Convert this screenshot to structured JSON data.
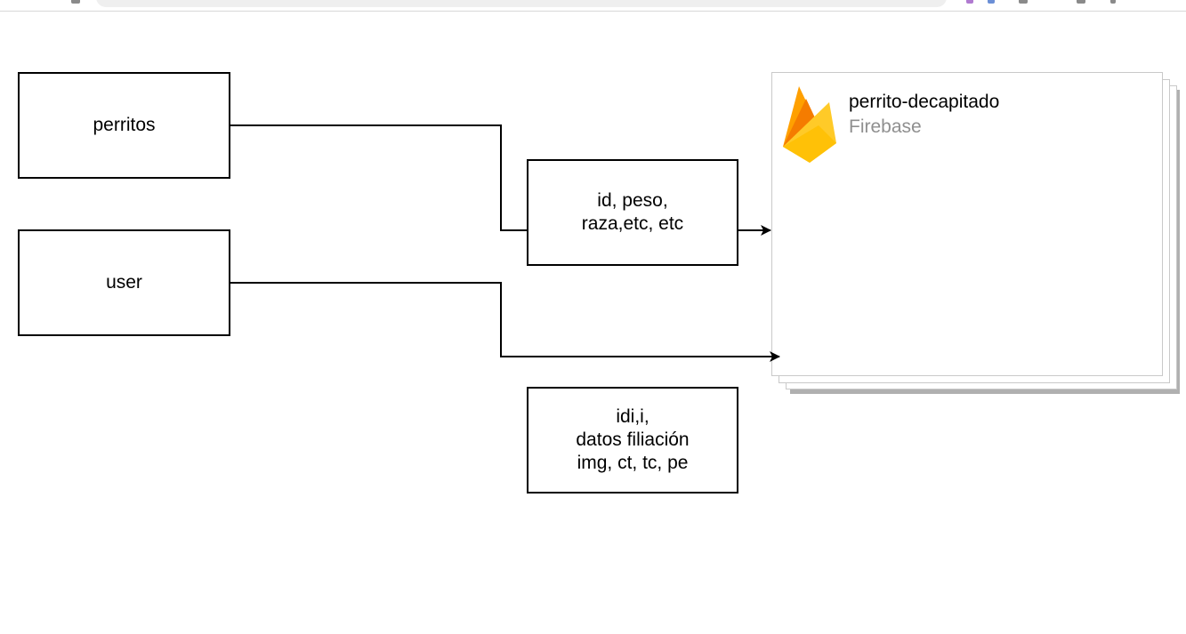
{
  "diagram": {
    "nodes": {
      "perritos": "perritos",
      "user": "user",
      "perritos_fields": "id, peso,\nraza,etc, etc",
      "user_fields": "idi,i,\ndatos filiación\nimg, ct, tc, pe"
    },
    "firebase": {
      "project": "perrito-decapitado",
      "service": "Firebase",
      "icon": "firebase-flame-icon",
      "colors": {
        "flame_dark": "#F57C00",
        "flame_mid": "#FFA000",
        "flame_light": "#FFCA28"
      }
    },
    "edges": [
      {
        "from": "perritos",
        "to": "firebase",
        "label_ref": "perritos_fields"
      },
      {
        "from": "user",
        "to": "firebase"
      }
    ]
  }
}
